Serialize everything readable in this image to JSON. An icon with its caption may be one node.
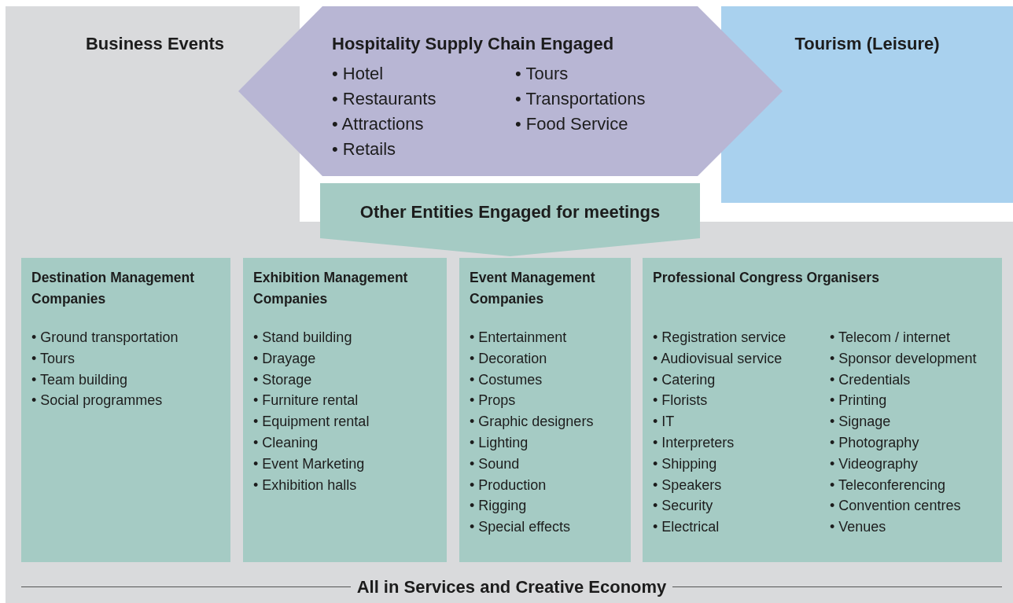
{
  "diagram": {
    "nodes": [
      {
        "text": [
          "Business Events"
        ]
      },
      {
        "text": [
          "Hospitality Supply Chain Engaged",
          "• Hotel",
          "• Restaurants",
          "• Attractions",
          "• Retails",
          "• Tours",
          "• Transportations",
          "• Food Service"
        ]
      },
      {
        "text": [
          "Tourism (Leisure)"
        ]
      },
      {
        "text": [
          "Other Entities Engaged for meetings"
        ]
      },
      {
        "text": [
          "Destination Management Companies",
          "• Ground transportation",
          "• Tours",
          "• Team building",
          "• Social programmes"
        ],
        "in": 0
      },
      {
        "text": [
          "Exhibition Management Companies",
          "• Stand building",
          "• Drayage",
          "• Storage",
          "• Furniture rental",
          "• Equipment rental",
          "• Cleaning",
          "• Event Marketing",
          "• Exhibition halls"
        ],
        "in": 0
      },
      {
        "text": [
          "Event Management Companies",
          "• Entertainment",
          "• Decoration",
          "• Costumes",
          "• Props",
          "• Graphic designers",
          "• Lighting",
          "• Sound",
          "• Production",
          "• Rigging",
          "• Special effects"
        ],
        "in": 0
      },
      {
        "text": [
          "Professional Congress Organisers",
          "• Registration service",
          "• Audiovisual service",
          "• Catering",
          "• Florists",
          "• IT",
          "• Interpreters",
          "• Shipping",
          "• Speakers",
          "• Security",
          "• Electrical",
          "• Telecom / internet",
          "• Sponsor development",
          "• Credentials",
          "• Printing",
          "• Signage",
          "• Photography",
          "• Videography",
          "• Teleconferencing",
          "• Convention centres",
          "• Venues"
        ],
        "in": 0
      }
    ],
    "labels": [
      "All in Services and Creative Economy"
    ]
  }
}
